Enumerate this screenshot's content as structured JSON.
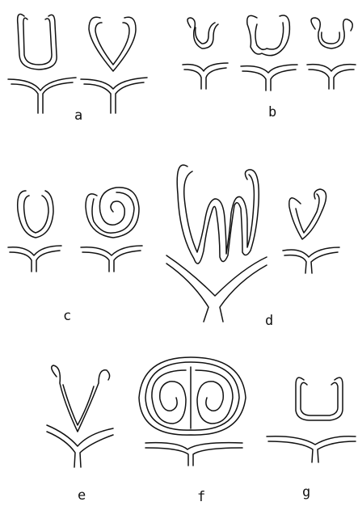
{
  "labels": {
    "a": "a",
    "b": "b",
    "c": "c",
    "d": "d",
    "e": "e",
    "f": "f",
    "g": "g"
  },
  "colors": {
    "ink": "#111111",
    "paper": "#ffffff"
  }
}
